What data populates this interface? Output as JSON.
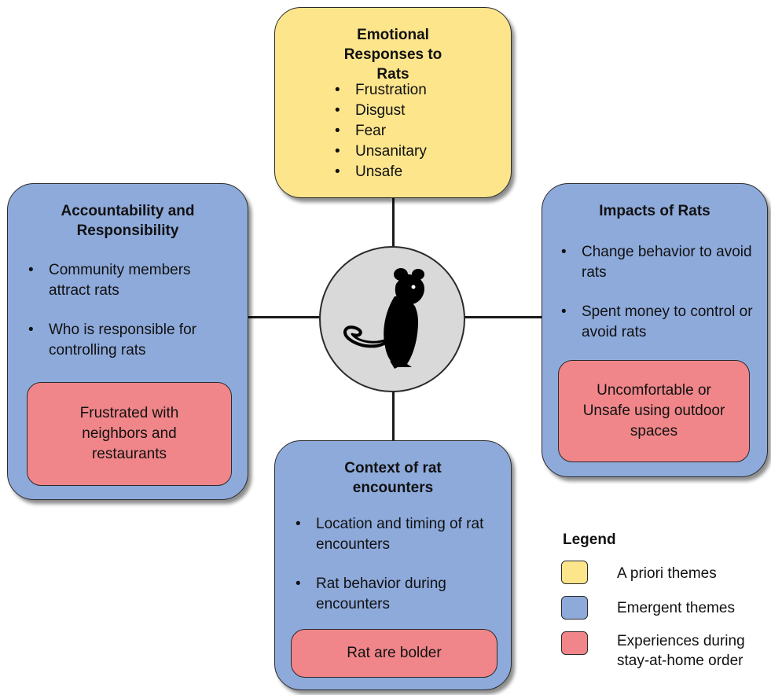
{
  "top_box": {
    "title": "Emotional Responses to Rats",
    "items": [
      "Frustration",
      "Disgust",
      "Fear",
      "Unsanitary",
      "Unsafe"
    ]
  },
  "left_box": {
    "title": "Accountability and Responsibility",
    "items": [
      "Community members attract rats",
      "Who is responsible for controlling rats"
    ],
    "experience": "Frustrated with neighbors and restaurants"
  },
  "right_box": {
    "title": "Impacts of Rats",
    "items": [
      "Change behavior to avoid rats",
      "Spent money to control or avoid rats"
    ],
    "experience": "Uncomfortable or Unsafe using outdoor spaces"
  },
  "bottom_box": {
    "title": "Context of rat encounters",
    "items": [
      "Location and timing of rat encounters",
      "Rat behavior during encounters"
    ],
    "experience": "Rat are bolder"
  },
  "center": {
    "icon": "rat-icon"
  },
  "legend": {
    "title": "Legend",
    "entries": [
      {
        "label": "A priori themes",
        "color": "#fde58c"
      },
      {
        "label": "Emergent themes",
        "color": "#8eaadb"
      },
      {
        "label": "Experiences during stay-at-home order",
        "color": "#f0868a"
      }
    ]
  }
}
